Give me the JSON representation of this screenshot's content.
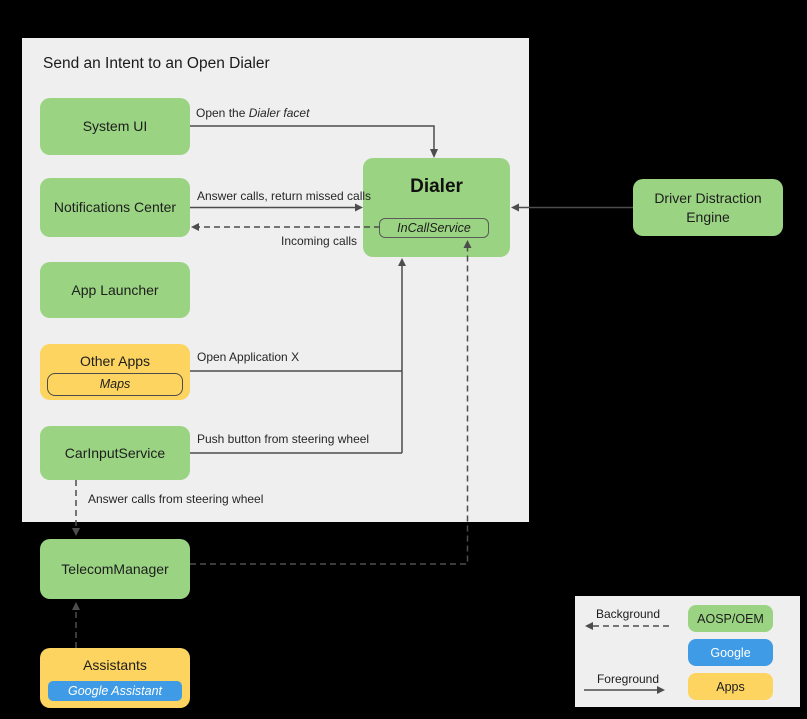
{
  "title": "Send an Intent to an Open Dialer",
  "colors": {
    "green": "#9ad482",
    "yellow": "#fdd45f",
    "blue": "#3f9be5",
    "panel": "#efefef",
    "line": "#4d4d4d"
  },
  "nodes": {
    "system_ui": "System UI",
    "notifications_center": "Notifications Center",
    "app_launcher": "App Launcher",
    "other_apps": "Other Apps",
    "maps": "Maps",
    "car_input_service": "CarInputService",
    "dialer": "Dialer",
    "in_call_service": "InCallService",
    "driver_distraction_engine": "Driver Distraction Engine",
    "telecom_manager": "TelecomManager",
    "assistants": "Assistants",
    "google_assistant": "Google Assistant"
  },
  "edges": {
    "open_facet_prefix": "Open the ",
    "open_facet_italic": "Dialer facet",
    "answer_calls": "Answer calls, return missed calls",
    "incoming_calls": "Incoming calls",
    "open_application_x": "Open Application X",
    "push_button": "Push button from steering wheel",
    "answer_steering": "Answer calls from steering wheel"
  },
  "legend": {
    "background_label": "Background",
    "foreground_label": "Foreground",
    "items": [
      {
        "label": "AOSP/OEM",
        "color": "#9ad482"
      },
      {
        "label": "Google",
        "color": "#3f9be5"
      },
      {
        "label": "Apps",
        "color": "#fdd45f"
      }
    ]
  }
}
